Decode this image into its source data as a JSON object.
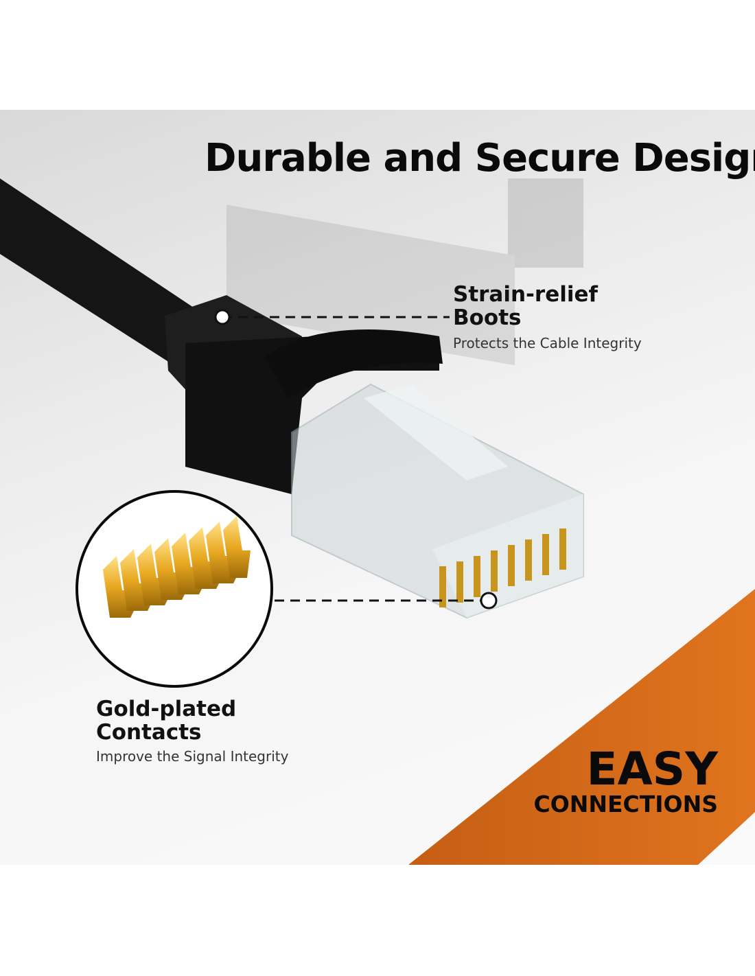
{
  "title": "Durable and Secure Design",
  "features": [
    {
      "heading_line1": "Strain-relief",
      "heading_line2": "Boots",
      "subtitle": "Protects the Cable Integrity"
    },
    {
      "heading_line1": "Gold-plated",
      "heading_line2": "Contacts",
      "subtitle": "Improve the Signal Integrity"
    }
  ],
  "badge": {
    "line1": "EASY",
    "line2": "CONNECTIONS"
  },
  "colors": {
    "accent": "#d96e1c",
    "text": "#0a0a0a"
  }
}
